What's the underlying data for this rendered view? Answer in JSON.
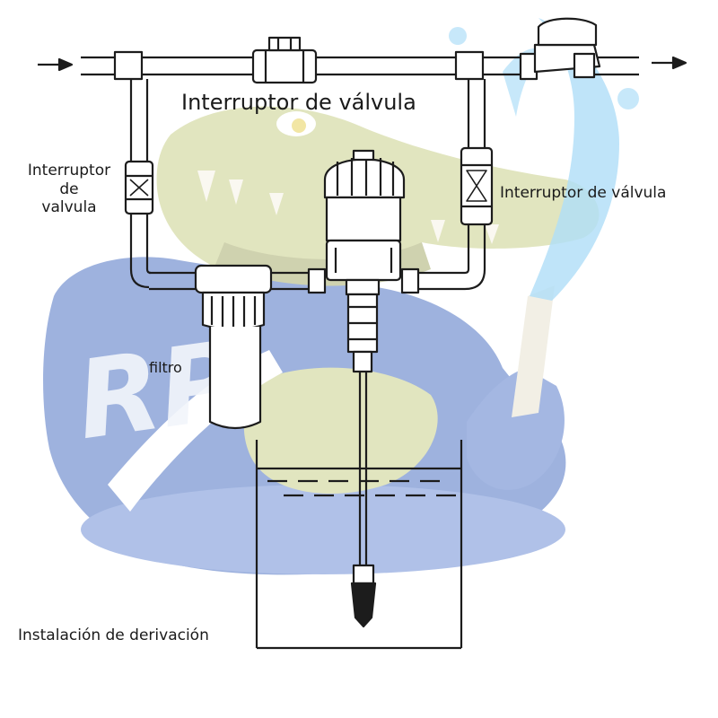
{
  "labels": {
    "top_valve": "Interruptor de válvula",
    "left_valve_line1": "Interruptor",
    "left_valve_line2": "de",
    "left_valve_line3": "valvula",
    "right_valve": "Interruptor de válvula",
    "filter": "filtro",
    "bypass": "Instalación de derivación",
    "watermark": "RP"
  },
  "colors": {
    "line": "#1c1c1c",
    "mascot_skin": "#c9cf8a",
    "mascot_shirt": "#4f74c4",
    "water_splash": "#6ec3f2",
    "watermark": "#f2f5fb"
  }
}
